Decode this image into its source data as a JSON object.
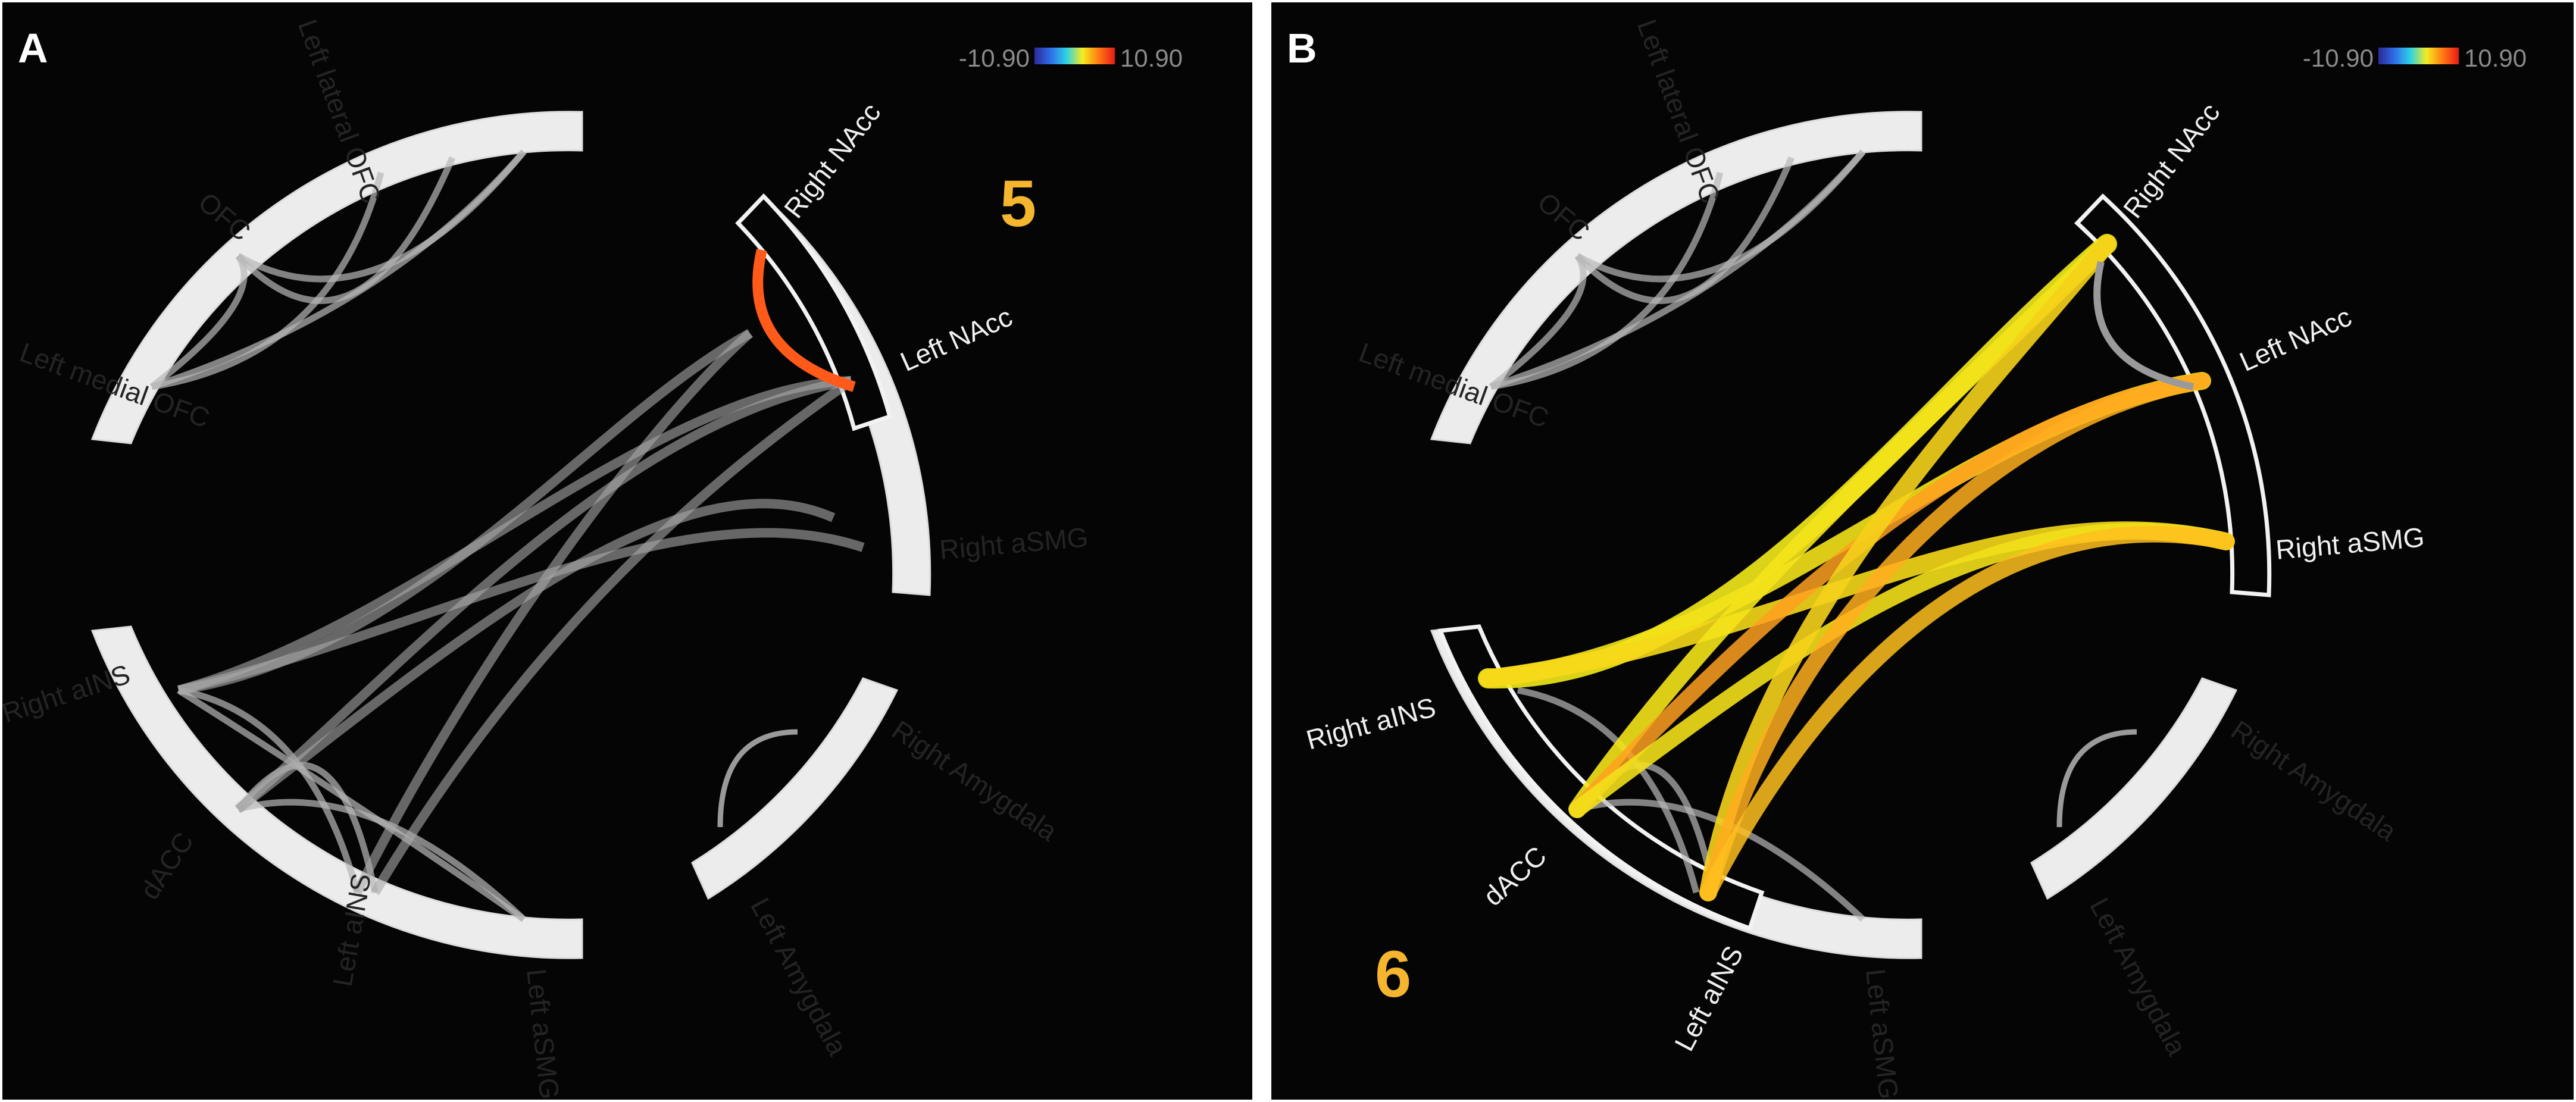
{
  "panels": [
    {
      "letter": "A",
      "count": "5",
      "colorbar": {
        "min": "-10.90",
        "max": "10.90"
      },
      "labels": {
        "lat_ofc": "Left lateral OFC",
        "ofc": "OFC",
        "medial_ofc": "Left medial OFC",
        "right_nacc": "Right NAcc",
        "left_nacc": "Left NAcc",
        "right_asmg": "Right aSMG",
        "right_ains": "Right aINS",
        "dacc": "dACC",
        "left_ains": "Left aINS",
        "left_asmg": "Left aSMG",
        "right_amygdala": "Right Amygdala",
        "left_amygdala": "Left Amygdala"
      }
    },
    {
      "letter": "B",
      "count": "6",
      "colorbar": {
        "min": "-10.90",
        "max": "10.90"
      },
      "labels": {
        "lat_ofc": "Left lateral OFC",
        "ofc": "OFC",
        "medial_ofc": "Left medial OFC",
        "right_nacc": "Right NAcc",
        "left_nacc": "Left NAcc",
        "right_asmg": "Right aSMG",
        "right_ains": "Right aINS",
        "dacc": "dACC",
        "left_ains": "Left aINS",
        "left_asmg": "Left aSMG",
        "right_amygdala": "Right Amygdala",
        "left_amygdala": "Left Amygdala"
      }
    }
  ],
  "colors": {
    "panel_bg": "#050505",
    "ring": "#ececec",
    "gray_link": "#9a9a9a",
    "orange_link": "#ff5a1a",
    "yellow_link": "#f2ea1a",
    "count_text": "#f5b52e"
  },
  "colormap": [
    "#2a2a9a",
    "#2f6ce8",
    "#2fd3e6",
    "#f4ec20",
    "#ff7a12",
    "#e81a1a"
  ]
}
